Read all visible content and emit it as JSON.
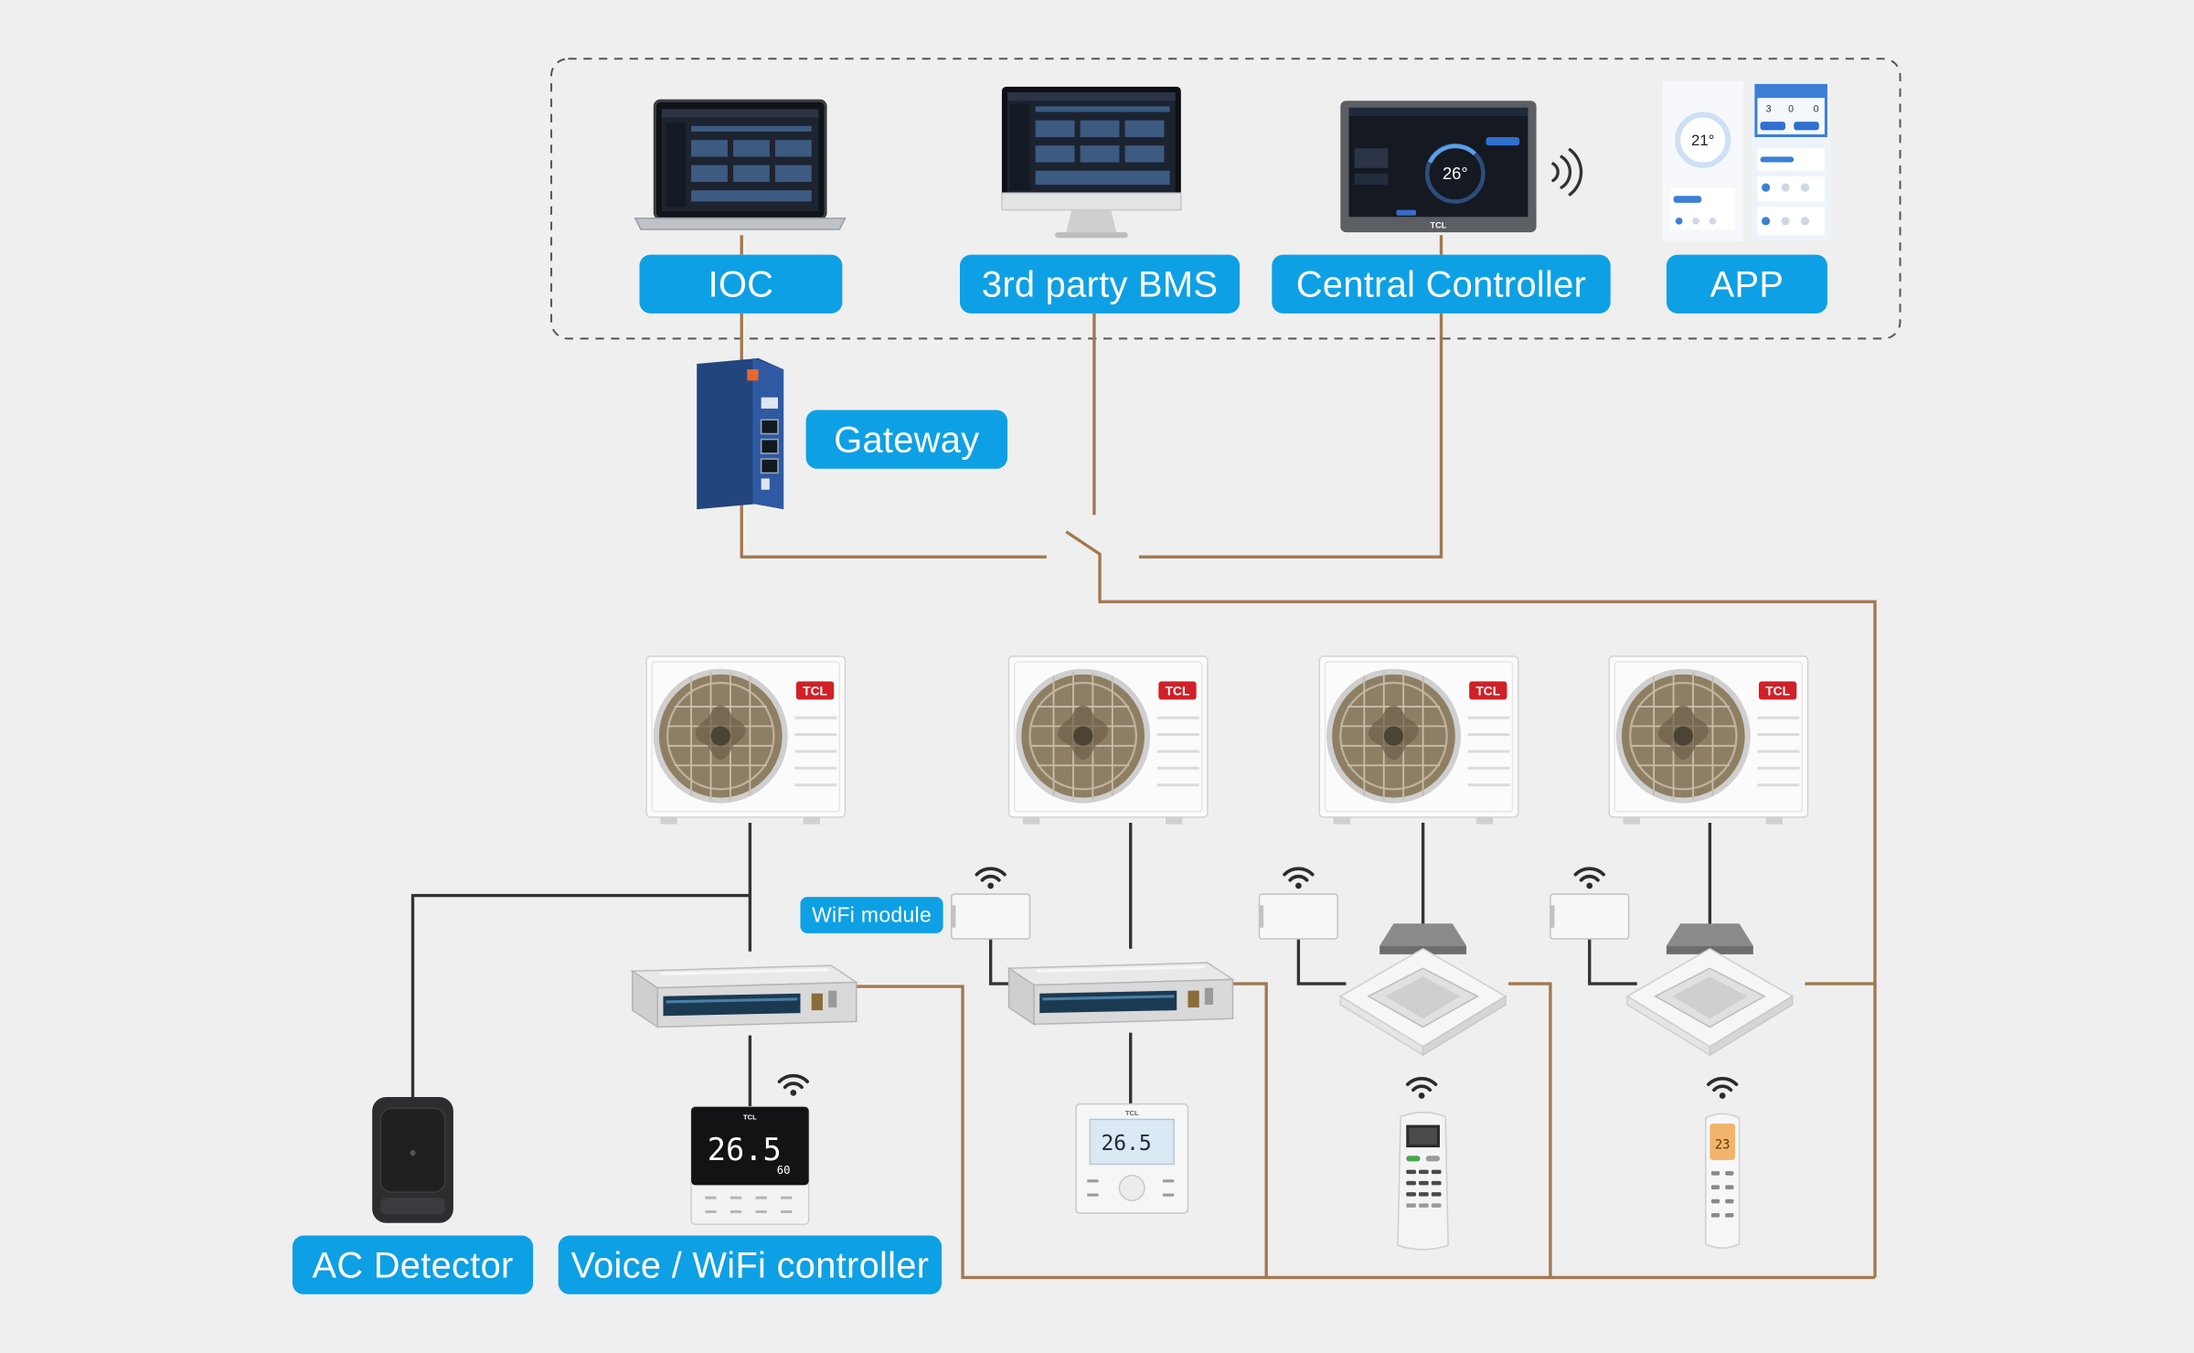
{
  "labels": {
    "ioc": "IOC",
    "bms": "3rd party BMS",
    "central_controller": "Central Controller",
    "app": "APP",
    "gateway": "Gateway",
    "wifi_module": "WiFi module",
    "ac_detector": "AC Detector",
    "voice_wifi_controller": "Voice / WiFi controller"
  },
  "brand": "TCL",
  "screen_readouts": {
    "central_controller_temp": "26°",
    "app_temp": "21°",
    "voice_controller_temp": "26.5",
    "voice_controller_sub": "60",
    "wired_controller_temp": "26.5",
    "remote_temp": "23"
  },
  "icons": [
    "laptop-icon",
    "monitor-icon",
    "tablet-icon",
    "phone-app-icon",
    "gateway-icon",
    "outdoor-unit-icon",
    "duct-unit-icon",
    "cassette-unit-icon",
    "wifi-module-icon",
    "wifi-signal-icon",
    "remote-control-icon",
    "wired-controller-icon",
    "ac-detector-icon"
  ],
  "colors": {
    "background": "#efefef",
    "label_bg": "#0ea0e4",
    "label_text": "#ffffff",
    "bus_wire": "#a3784f",
    "signal_wire": "#333333",
    "dashed_border": "#555555"
  }
}
